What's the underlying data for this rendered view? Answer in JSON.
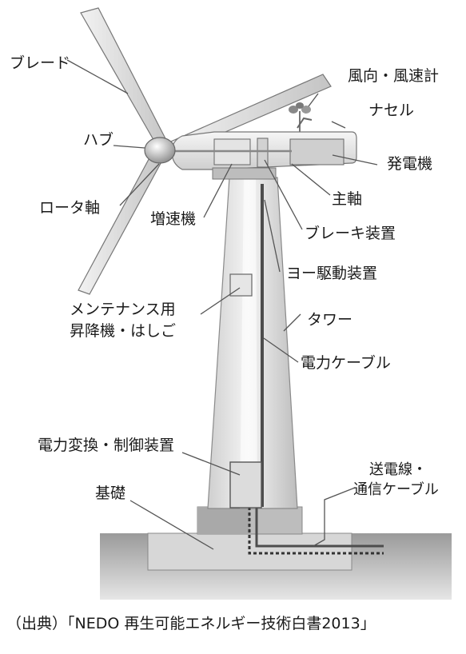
{
  "labels": {
    "blade": "ブレード",
    "anemometer": "風向・風速計",
    "nacelle": "ナセル",
    "hub": "ハブ",
    "generator": "発電機",
    "main_shaft": "主軸",
    "rotor_shaft": "ロータ軸",
    "gearbox": "増速機",
    "brake": "ブレーキ装置",
    "yaw_drive": "ヨー駆動装置",
    "maintenance_line1": "メンテナンス用",
    "maintenance_line2": "昇降機・はしご",
    "tower": "タワー",
    "power_cable": "電力ケーブル",
    "power_conversion": "電力変換・制御装置",
    "transmission_line1": "送電線・",
    "transmission_line2": "通信ケーブル",
    "foundation": "基礎"
  },
  "caption": "（出典）「NEDO 再生可能エネルギー技術白書2013」"
}
